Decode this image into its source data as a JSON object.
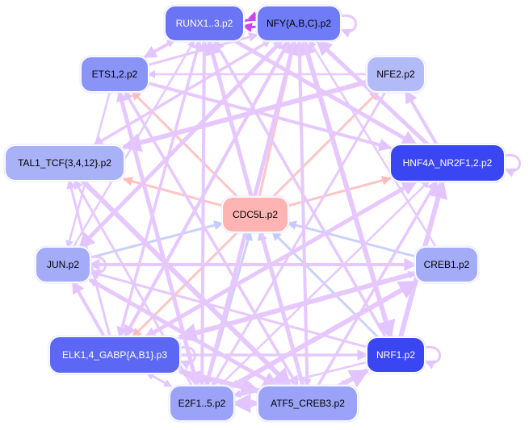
{
  "graph": {
    "title": "",
    "colors": {
      "edge_default": "#e6c8ff",
      "edge_strong": "#cc44ee",
      "edge_from_center": "#ffc4c4",
      "edge_to_center": "#c8d0ff",
      "node_border": "#e6e8ff"
    },
    "nodes": [
      {
        "id": "RUNX",
        "label": "RUNX1..3.p2",
        "fill": "#6a74f5",
        "text": "#ffffff"
      },
      {
        "id": "NFY",
        "label": "NFY{A,B,C}.p2",
        "fill": "#707cf7",
        "text": "#000000"
      },
      {
        "id": "ETS",
        "label": "ETS1,2.p2",
        "fill": "#8a94f6",
        "text": "#000000"
      },
      {
        "id": "NFE2",
        "label": "NFE2.p2",
        "fill": "#b3baf8",
        "text": "#000000"
      },
      {
        "id": "TAL1",
        "label": "TAL1_TCF{3,4,12}.p2",
        "fill": "#aab2f7",
        "text": "#000000"
      },
      {
        "id": "HNF4A",
        "label": "HNF4A_NR2F1,2.p2",
        "fill": "#3a46f2",
        "text": "#ffffff"
      },
      {
        "id": "CDC5L",
        "label": "CDC5L.p2",
        "fill": "#ffb4b4",
        "text": "#000000"
      },
      {
        "id": "JUN",
        "label": "JUN.p2",
        "fill": "#a4acf7",
        "text": "#000000"
      },
      {
        "id": "CREB1",
        "label": "CREB1.p2",
        "fill": "#a4acf7",
        "text": "#000000"
      },
      {
        "id": "ELK",
        "label": "ELK1,4_GABP{A,B1}.p3",
        "fill": "#5c68f4",
        "text": "#ffffff"
      },
      {
        "id": "NRF1",
        "label": "NRF1.p2",
        "fill": "#3a46f2",
        "text": "#ffffff"
      },
      {
        "id": "E2F",
        "label": "E2F1..5.p2",
        "fill": "#9aa3f7",
        "text": "#000000"
      },
      {
        "id": "ATF5",
        "label": "ATF5_CREB3.p2",
        "fill": "#9aa3f7",
        "text": "#000000"
      }
    ],
    "edges": [
      {
        "from": "CDC5L",
        "to": "RUNX",
        "kind": "from_center"
      },
      {
        "from": "CDC5L",
        "to": "NFY",
        "kind": "from_center"
      },
      {
        "from": "CDC5L",
        "to": "ETS",
        "kind": "from_center"
      },
      {
        "from": "CDC5L",
        "to": "NFE2",
        "kind": "from_center"
      },
      {
        "from": "CDC5L",
        "to": "TAL1",
        "kind": "from_center"
      },
      {
        "from": "CDC5L",
        "to": "HNF4A",
        "kind": "from_center"
      },
      {
        "from": "CDC5L",
        "to": "ELK",
        "kind": "from_center"
      },
      {
        "from": "JUN",
        "to": "CDC5L",
        "kind": "to_center"
      },
      {
        "from": "CREB1",
        "to": "CDC5L",
        "kind": "to_center"
      },
      {
        "from": "NRF1",
        "to": "CDC5L",
        "kind": "to_center"
      },
      {
        "from": "E2F",
        "to": "CDC5L",
        "kind": "to_center"
      },
      {
        "from": "ATF5",
        "to": "CDC5L",
        "kind": "to_center"
      },
      {
        "from": "RUNX",
        "to": "NFY",
        "kind": "strong"
      },
      {
        "from": "NFY",
        "to": "RUNX",
        "kind": "strong"
      },
      {
        "from": "NFY",
        "to": "NFY",
        "kind": "self"
      },
      {
        "from": "HNF4A",
        "to": "HNF4A",
        "kind": "self"
      },
      {
        "from": "NRF1",
        "to": "NRF1",
        "kind": "self"
      },
      {
        "from": "JUN",
        "to": "JUN",
        "kind": "self"
      },
      {
        "from": "ELK",
        "to": "ELK",
        "kind": "self"
      },
      {
        "from": "E2F",
        "to": "ATF5",
        "kind": "default"
      },
      {
        "from": "ATF5",
        "to": "E2F",
        "kind": "default"
      },
      {
        "from": "ETS",
        "to": "RUNX",
        "kind": "default"
      },
      {
        "from": "ETS",
        "to": "NFY",
        "kind": "default"
      },
      {
        "from": "ETS",
        "to": "HNF4A",
        "kind": "default"
      },
      {
        "from": "ETS",
        "to": "E2F",
        "kind": "default"
      },
      {
        "from": "ETS",
        "to": "ATF5",
        "kind": "default"
      },
      {
        "from": "ETS",
        "to": "JUN",
        "kind": "default"
      },
      {
        "from": "NFE2",
        "to": "TAL1",
        "kind": "default"
      },
      {
        "from": "NFE2",
        "to": "ETS",
        "kind": "default"
      },
      {
        "from": "NFE2",
        "to": "E2F",
        "kind": "default"
      },
      {
        "from": "HNF4A",
        "to": "NFE2",
        "kind": "default"
      },
      {
        "from": "HNF4A",
        "to": "NFY",
        "kind": "default"
      },
      {
        "from": "HNF4A",
        "to": "ELK",
        "kind": "default"
      },
      {
        "from": "TAL1",
        "to": "NFY",
        "kind": "default"
      },
      {
        "from": "TAL1",
        "to": "ATF5",
        "kind": "default"
      },
      {
        "from": "JUN",
        "to": "RUNX",
        "kind": "default"
      },
      {
        "from": "JUN",
        "to": "NFY",
        "kind": "default"
      },
      {
        "from": "JUN",
        "to": "CREB1",
        "kind": "default"
      },
      {
        "from": "JUN",
        "to": "ATF5",
        "kind": "default"
      },
      {
        "from": "CREB1",
        "to": "JUN",
        "kind": "default"
      },
      {
        "from": "CREB1",
        "to": "NFY",
        "kind": "default"
      },
      {
        "from": "CREB1",
        "to": "ELK",
        "kind": "default"
      },
      {
        "from": "CREB1",
        "to": "E2F",
        "kind": "default"
      },
      {
        "from": "ELK",
        "to": "RUNX",
        "kind": "default"
      },
      {
        "from": "ELK",
        "to": "NFY",
        "kind": "default"
      },
      {
        "from": "ELK",
        "to": "HNF4A",
        "kind": "default"
      },
      {
        "from": "ELK",
        "to": "NRF1",
        "kind": "default"
      },
      {
        "from": "ELK",
        "to": "CREB1",
        "kind": "default"
      },
      {
        "from": "ELK",
        "to": "ATF5",
        "kind": "default"
      },
      {
        "from": "ELK",
        "to": "E2F",
        "kind": "default"
      },
      {
        "from": "ELK",
        "to": "TAL1",
        "kind": "default"
      },
      {
        "from": "ELK",
        "to": "JUN",
        "kind": "default"
      },
      {
        "from": "NRF1",
        "to": "NFY",
        "kind": "default"
      },
      {
        "from": "NRF1",
        "to": "RUNX",
        "kind": "default"
      },
      {
        "from": "NRF1",
        "to": "ATF5",
        "kind": "default"
      },
      {
        "from": "NRF1",
        "to": "HNF4A",
        "kind": "default"
      },
      {
        "from": "NRF1",
        "to": "E2F",
        "kind": "default"
      },
      {
        "from": "NRF1",
        "to": "JUN",
        "kind": "default"
      },
      {
        "from": "E2F",
        "to": "RUNX",
        "kind": "default"
      },
      {
        "from": "E2F",
        "to": "NFY",
        "kind": "default"
      },
      {
        "from": "E2F",
        "to": "ETS",
        "kind": "default"
      },
      {
        "from": "E2F",
        "to": "HNF4A",
        "kind": "default"
      },
      {
        "from": "E2F",
        "to": "CREB1",
        "kind": "default"
      },
      {
        "from": "E2F",
        "to": "ELK",
        "kind": "default"
      },
      {
        "from": "E2F",
        "to": "TAL1",
        "kind": "default"
      },
      {
        "from": "ATF5",
        "to": "NFY",
        "kind": "default"
      },
      {
        "from": "ATF5",
        "to": "RUNX",
        "kind": "default"
      },
      {
        "from": "ATF5",
        "to": "HNF4A",
        "kind": "default"
      },
      {
        "from": "ATF5",
        "to": "ELK",
        "kind": "default"
      },
      {
        "from": "ATF5",
        "to": "NRF1",
        "kind": "default"
      },
      {
        "from": "ATF5",
        "to": "JUN",
        "kind": "default"
      },
      {
        "from": "ATF5",
        "to": "ETS",
        "kind": "default"
      },
      {
        "from": "RUNX",
        "to": "ETS",
        "kind": "default"
      },
      {
        "from": "RUNX",
        "to": "HNF4A",
        "kind": "default"
      },
      {
        "from": "RUNX",
        "to": "ELK",
        "kind": "default"
      },
      {
        "from": "RUNX",
        "to": "E2F",
        "kind": "default"
      },
      {
        "from": "NFY",
        "to": "NRF1",
        "kind": "default"
      },
      {
        "from": "NFY",
        "to": "ATF5",
        "kind": "default"
      },
      {
        "from": "NFY",
        "to": "E2F",
        "kind": "default"
      },
      {
        "from": "NFY",
        "to": "ELK",
        "kind": "default"
      },
      {
        "from": "NFY",
        "to": "JUN",
        "kind": "default"
      },
      {
        "from": "NFY",
        "to": "TAL1",
        "kind": "default"
      }
    ]
  }
}
